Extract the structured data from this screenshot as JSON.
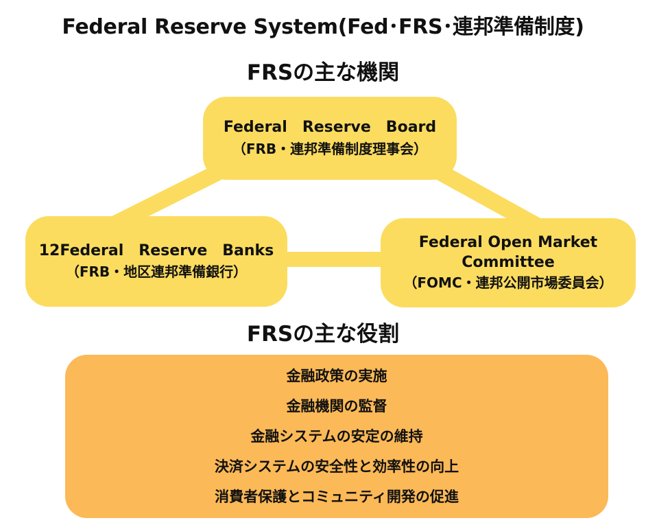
{
  "titles": {
    "main": "Federal Reserve System(Fed･FRS･連邦準備制度)",
    "institutions": "FRSの主な機関",
    "roles": "FRSの主な役割"
  },
  "nodes": {
    "board": {
      "name": "Federal　Reserve　Board",
      "jp": "（FRB・連邦準備制度理事会）"
    },
    "banks": {
      "name": "12Federal　Reserve　Banks",
      "jp": "（FRB・地区連邦準備銀行）"
    },
    "fomc": {
      "name_line1": "Federal Open Market",
      "name_line2": "Committee",
      "jp": "（FOMC・連邦公開市場委員会）"
    }
  },
  "roles": [
    "金融政策の実施",
    "金融機関の監督",
    "金融システムの安定の維持",
    "決済システムの安全性と効率性の向上",
    "消費者保護とコミュニティ開発の促進"
  ],
  "colors": {
    "node_fill": "#fbdc5f",
    "connector": "#fbdc5f",
    "roles_fill": "#fcb957",
    "text": "#111111"
  }
}
